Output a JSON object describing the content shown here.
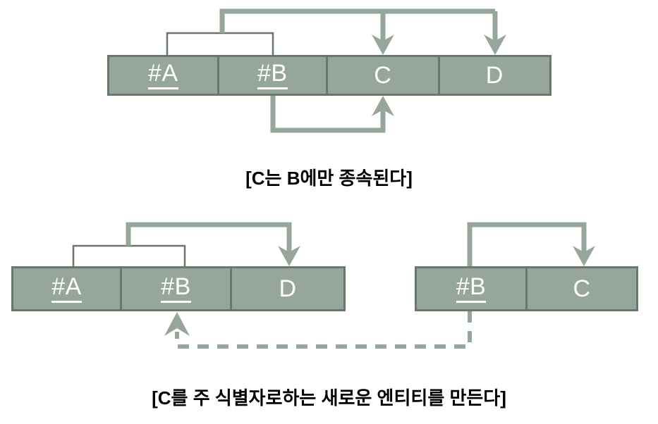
{
  "diagram": {
    "type": "entity-attribute-dependency-diagram",
    "colors": {
      "cell_fill": "#96a69b",
      "cell_border": "#69776c",
      "arrow": "#96a69b",
      "thin_bracket": "#69776c",
      "text_on_cell": "#ffffff",
      "caption_text": "#000000"
    },
    "top": {
      "table": {
        "name": "original-entity",
        "cells": [
          {
            "label": "#A",
            "primary_key": true
          },
          {
            "label": "#B",
            "primary_key": true
          },
          {
            "label": "C",
            "primary_key": false
          },
          {
            "label": "D",
            "primary_key": false
          }
        ]
      },
      "caption": "[C는 B에만 종속된다]"
    },
    "bottom": {
      "left_table": {
        "name": "parent-entity",
        "cells": [
          {
            "label": "#A",
            "primary_key": true
          },
          {
            "label": "#B",
            "primary_key": true
          },
          {
            "label": "D",
            "primary_key": false
          }
        ]
      },
      "right_table": {
        "name": "new-entity",
        "cells": [
          {
            "label": "#B",
            "primary_key": true
          },
          {
            "label": "C",
            "primary_key": false
          }
        ]
      },
      "caption": "[C를 주 식별자로하는 새로운 엔티티를 만든다]"
    }
  }
}
